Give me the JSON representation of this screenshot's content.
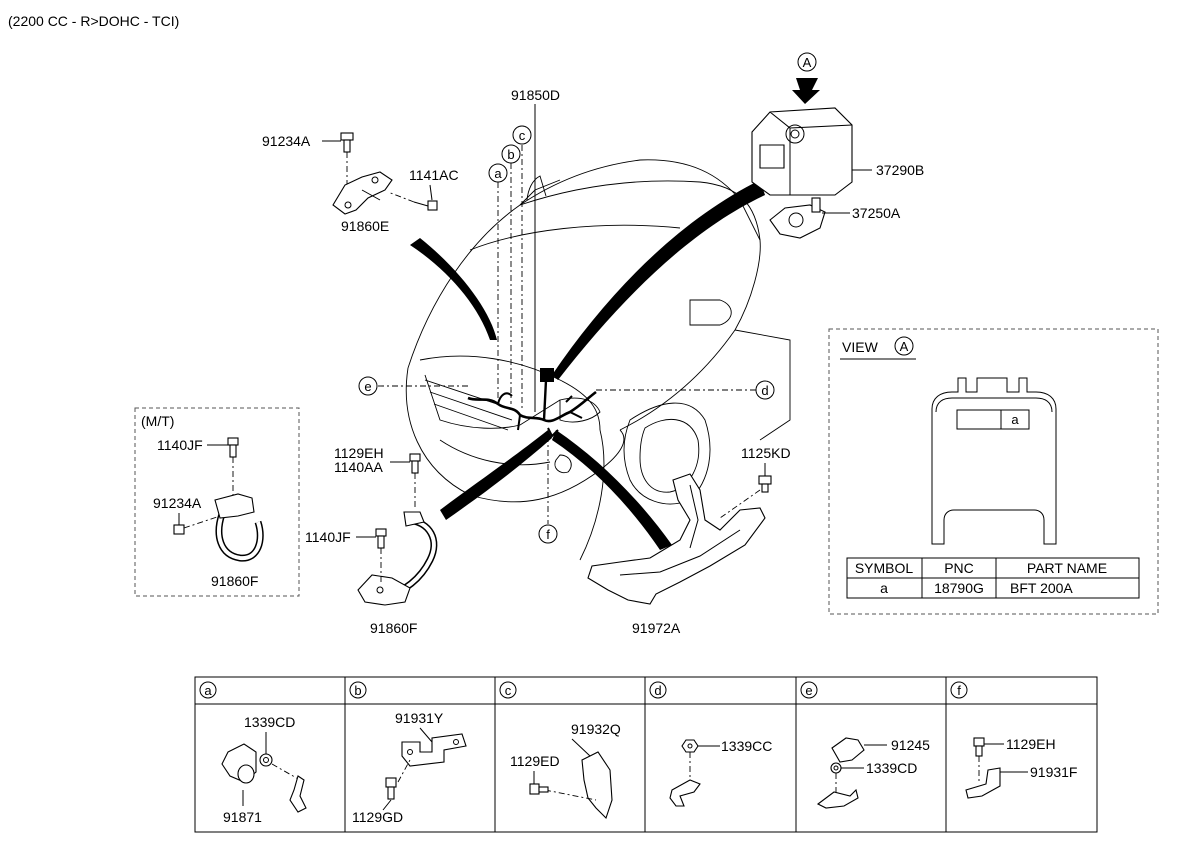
{
  "header": {
    "engine_note": "(2200 CC - R>DOHC - TCI)"
  },
  "main": {
    "callouts": {
      "p91234A": "91234A",
      "p1141AC": "1141AC",
      "p91860E": "91860E",
      "p91850D": "91850D",
      "p37290B": "37290B",
      "p37250A": "37250A",
      "p1129EH_1140AA": [
        "1129EH",
        "1140AA"
      ],
      "p1140JF": "1140JF",
      "p91860F": "91860F",
      "p1125KD": "1125KD",
      "p91972A": "91972A"
    },
    "markers": [
      "a",
      "b",
      "c",
      "d",
      "e",
      "f"
    ],
    "view_marker": "A"
  },
  "mt_box": {
    "title": "(M/T)",
    "callouts": {
      "p1140JF": "1140JF",
      "p91234A": "91234A",
      "p91860F": "91860F"
    }
  },
  "view_a": {
    "title": "VIEW",
    "marker": "A",
    "fuse_label": "a",
    "table": {
      "headers": [
        "SYMBOL",
        "PNC",
        "PART NAME"
      ],
      "rows": [
        [
          "a",
          "18790G",
          "BFT 200A"
        ]
      ]
    }
  },
  "detail_table": {
    "headers": [
      "a",
      "b",
      "c",
      "d",
      "e",
      "f"
    ],
    "cells": [
      {
        "labels": [
          "1339CD",
          "91871"
        ]
      },
      {
        "labels": [
          "91931Y",
          "1129GD"
        ]
      },
      {
        "labels": [
          "91932Q",
          "1129ED"
        ]
      },
      {
        "labels": [
          "1339CC"
        ]
      },
      {
        "labels": [
          "91245",
          "1339CD"
        ]
      },
      {
        "labels": [
          "1129EH",
          "91931F"
        ]
      }
    ]
  }
}
